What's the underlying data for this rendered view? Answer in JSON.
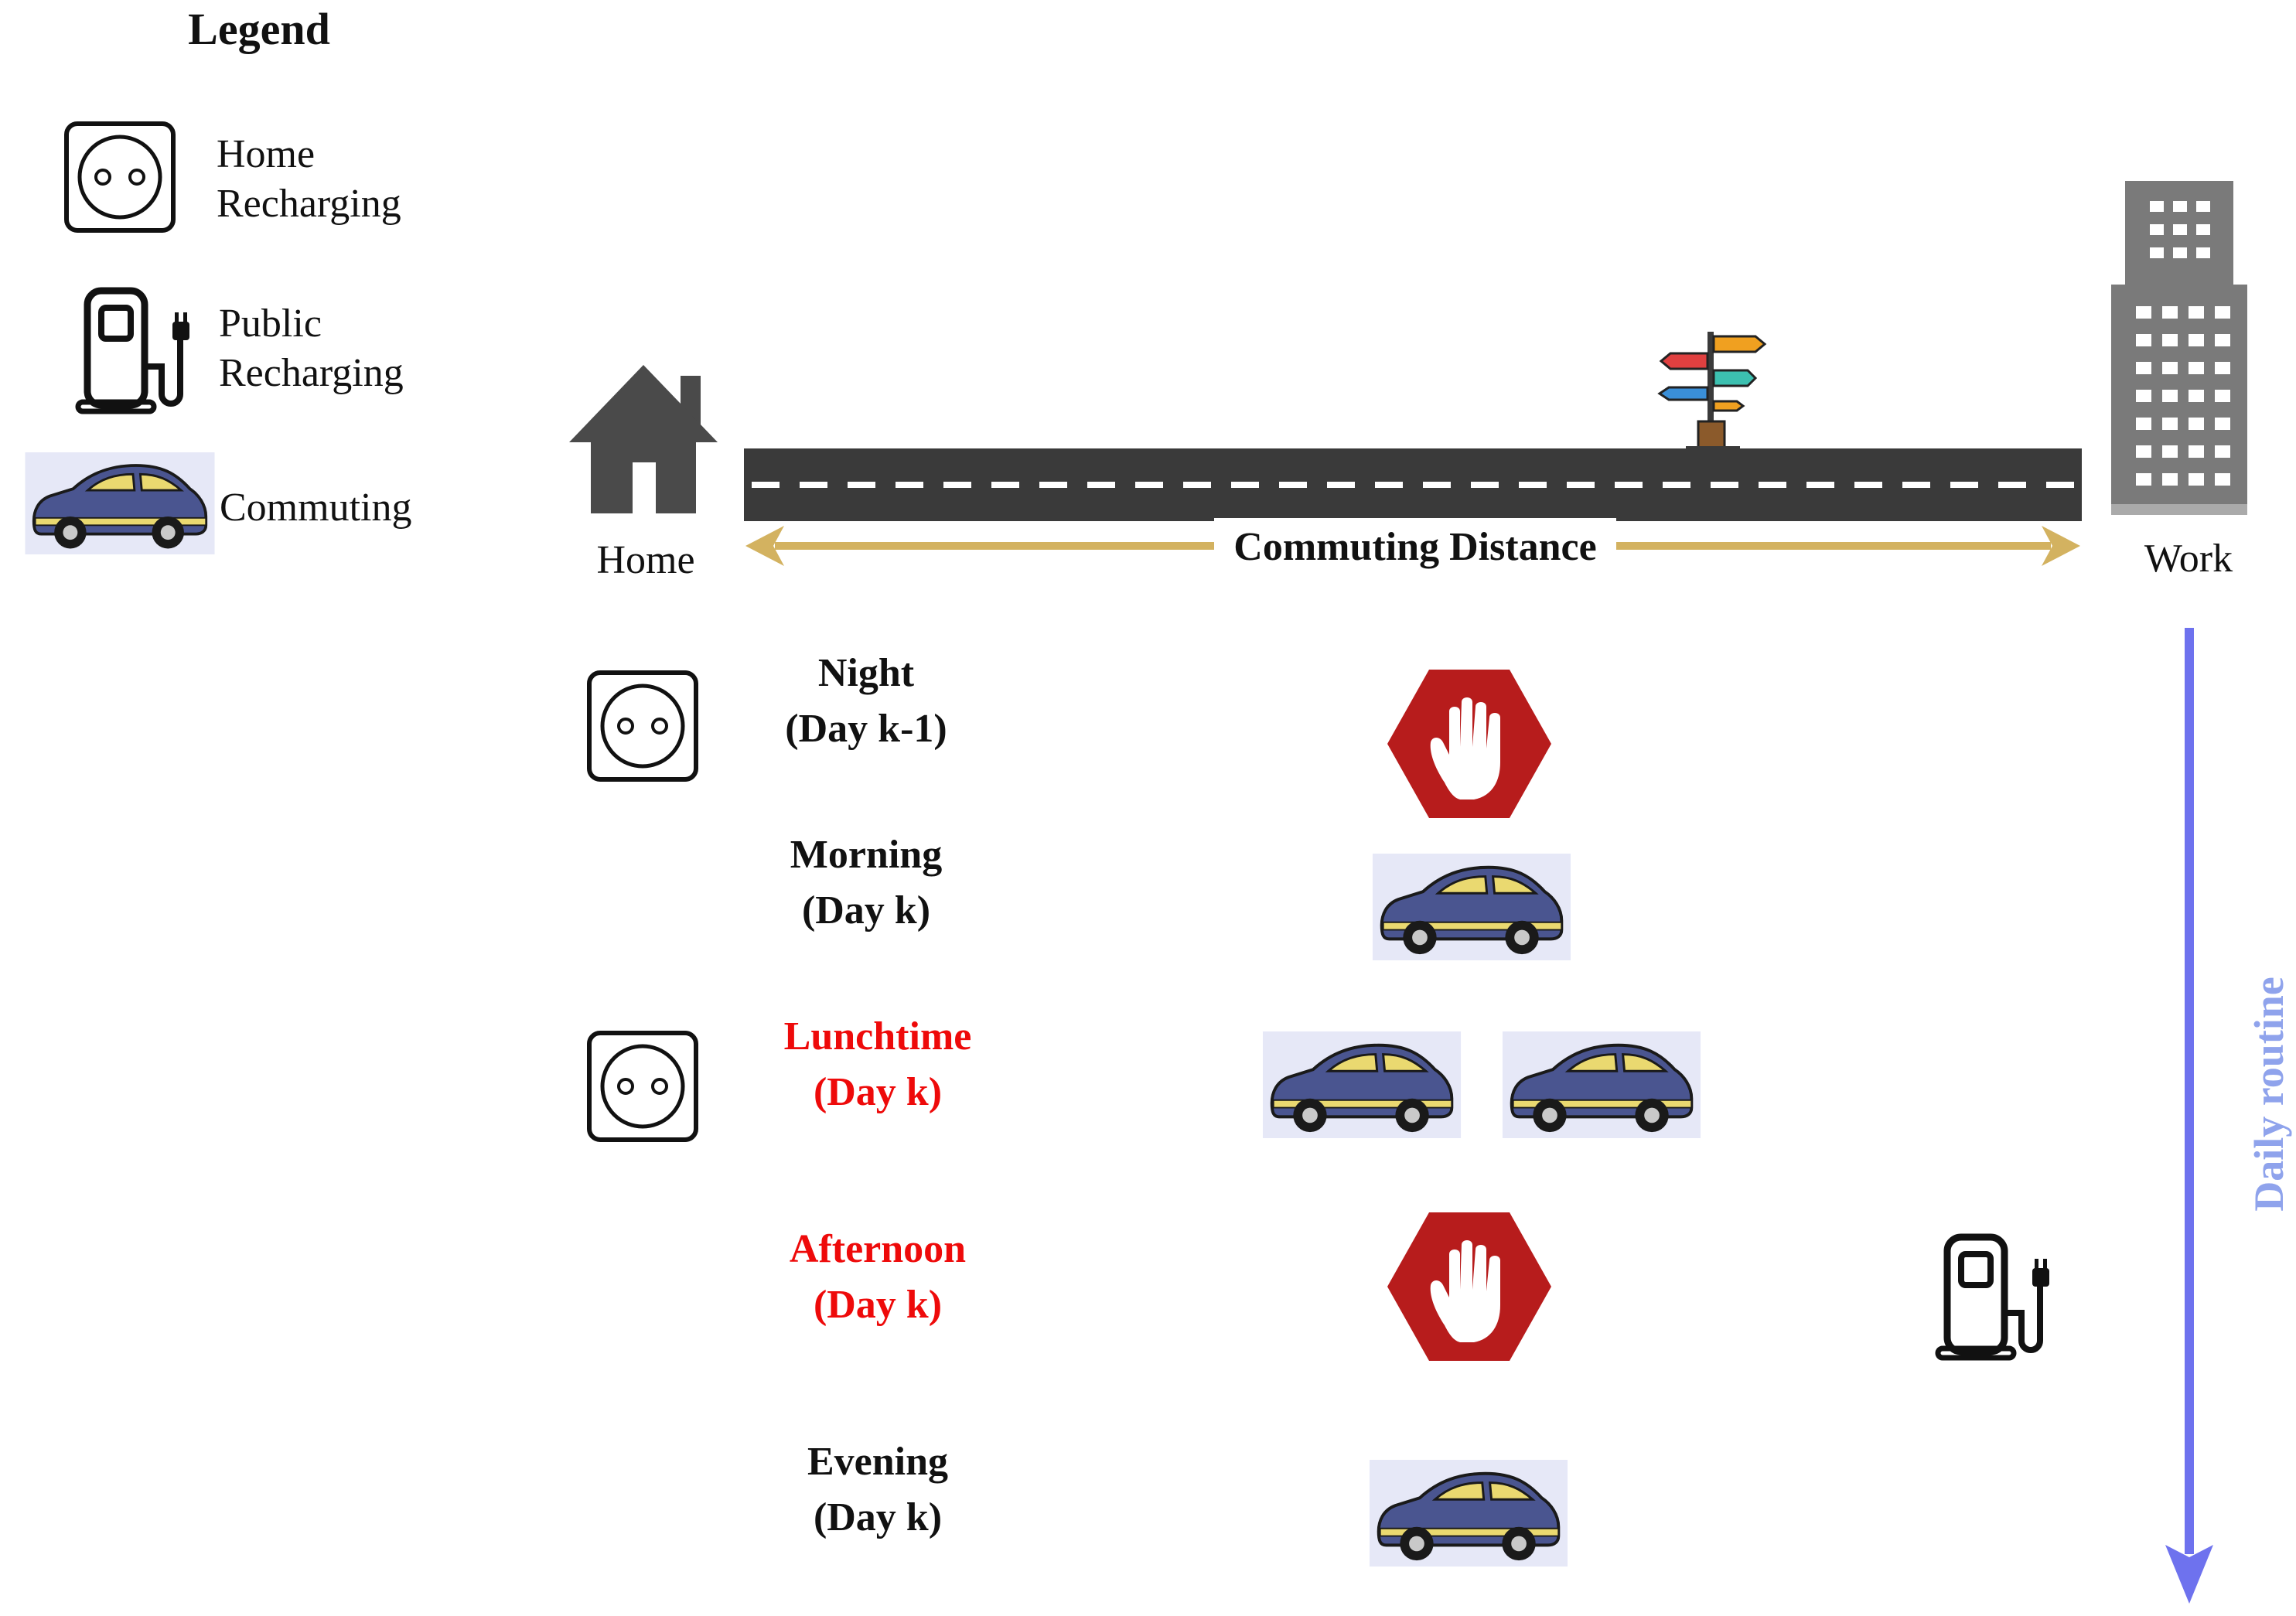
{
  "legend": {
    "title": "Legend",
    "items": [
      {
        "icon": "power-socket-icon",
        "line1": "Home",
        "line2": "Recharging"
      },
      {
        "icon": "ev-charging-station-icon",
        "line1": "Public",
        "line2": "Recharging"
      },
      {
        "icon": "car-icon",
        "line1": "Commuting",
        "line2": ""
      }
    ]
  },
  "places": {
    "home": "Home",
    "work": "Work"
  },
  "road": {
    "distance_label": "Commuting Distance"
  },
  "routine": {
    "label": "Daily routine"
  },
  "periods": [
    {
      "line1": "Night",
      "line2": "(Day k-1)",
      "highlight": false
    },
    {
      "line1": "Morning",
      "line2": "(Day k)",
      "highlight": false
    },
    {
      "line1": "Lunchtime",
      "line2": "(Day k)",
      "highlight": true
    },
    {
      "line1": "Afternoon",
      "line2": "(Day k)",
      "highlight": true
    },
    {
      "line1": "Evening",
      "line2": "(Day k)",
      "highlight": false
    }
  ],
  "colors": {
    "road": "#3a3a3a",
    "arrow_gold": "#d3b260",
    "routine_arrow": "#6e72ee",
    "stop_sign": "#b71c1c",
    "car_body": "#4a5590",
    "car_window": "#ead970",
    "building": "#7a7a7a",
    "highlight_text": "#ee0a0a"
  }
}
